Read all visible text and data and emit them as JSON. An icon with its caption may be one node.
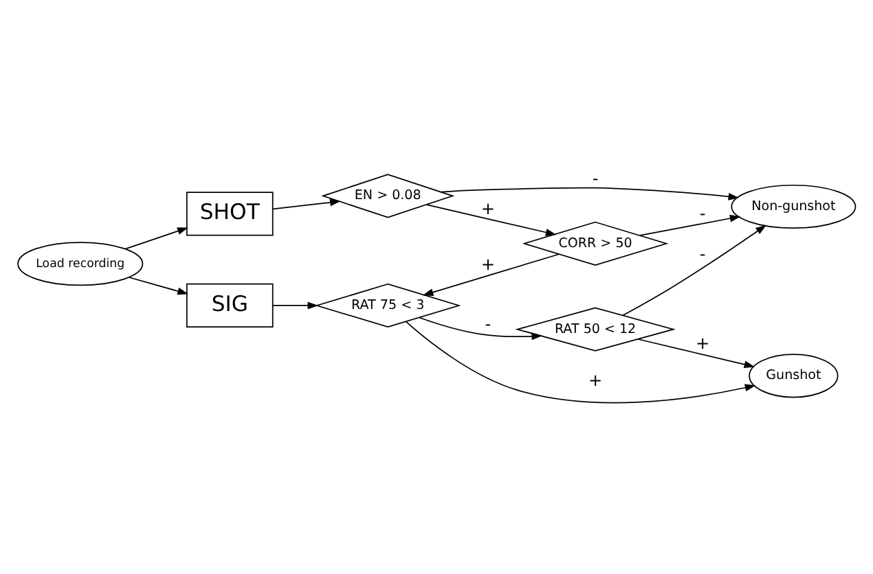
{
  "diagram": {
    "nodes": [
      {
        "text": [
          "Load recording"
        ]
      },
      {
        "text": [
          "SHOT"
        ]
      },
      {
        "text": [
          "EN > 0.08"
        ]
      },
      {
        "text": [
          "CORR > 50"
        ]
      },
      {
        "text": [
          "Non-gunshot"
        ]
      },
      {
        "text": [
          "SIG"
        ]
      },
      {
        "text": [
          "RAT 75 < 3"
        ]
      },
      {
        "text": [
          "RAT 50 < 12"
        ]
      },
      {
        "text": [
          "Gunshot"
        ]
      }
    ],
    "edges": [
      {
        "from": 0,
        "to": 1,
        "arrow": "to"
      },
      {
        "from": 0,
        "to": 5,
        "arrow": "to"
      },
      {
        "from": 1,
        "to": 2,
        "arrow": "to"
      },
      {
        "from": 2,
        "to": 3,
        "arrow": "to",
        "label": "+"
      },
      {
        "from": 2,
        "to": 4,
        "arrow": "to",
        "label": "-"
      },
      {
        "from": 3,
        "to": 4,
        "arrow": "to",
        "label": "-"
      },
      {
        "from": 3,
        "to": 6,
        "arrow": "to",
        "label": "+"
      },
      {
        "from": 5,
        "to": 6,
        "arrow": "to"
      },
      {
        "from": 6,
        "to": 7,
        "arrow": "to",
        "label": "-"
      },
      {
        "from": 6,
        "to": 8,
        "arrow": "to",
        "label": "+"
      },
      {
        "from": 7,
        "to": 4,
        "arrow": "to",
        "label": "-"
      },
      {
        "from": 7,
        "to": 8,
        "arrow": "to",
        "label": "+"
      }
    ]
  }
}
